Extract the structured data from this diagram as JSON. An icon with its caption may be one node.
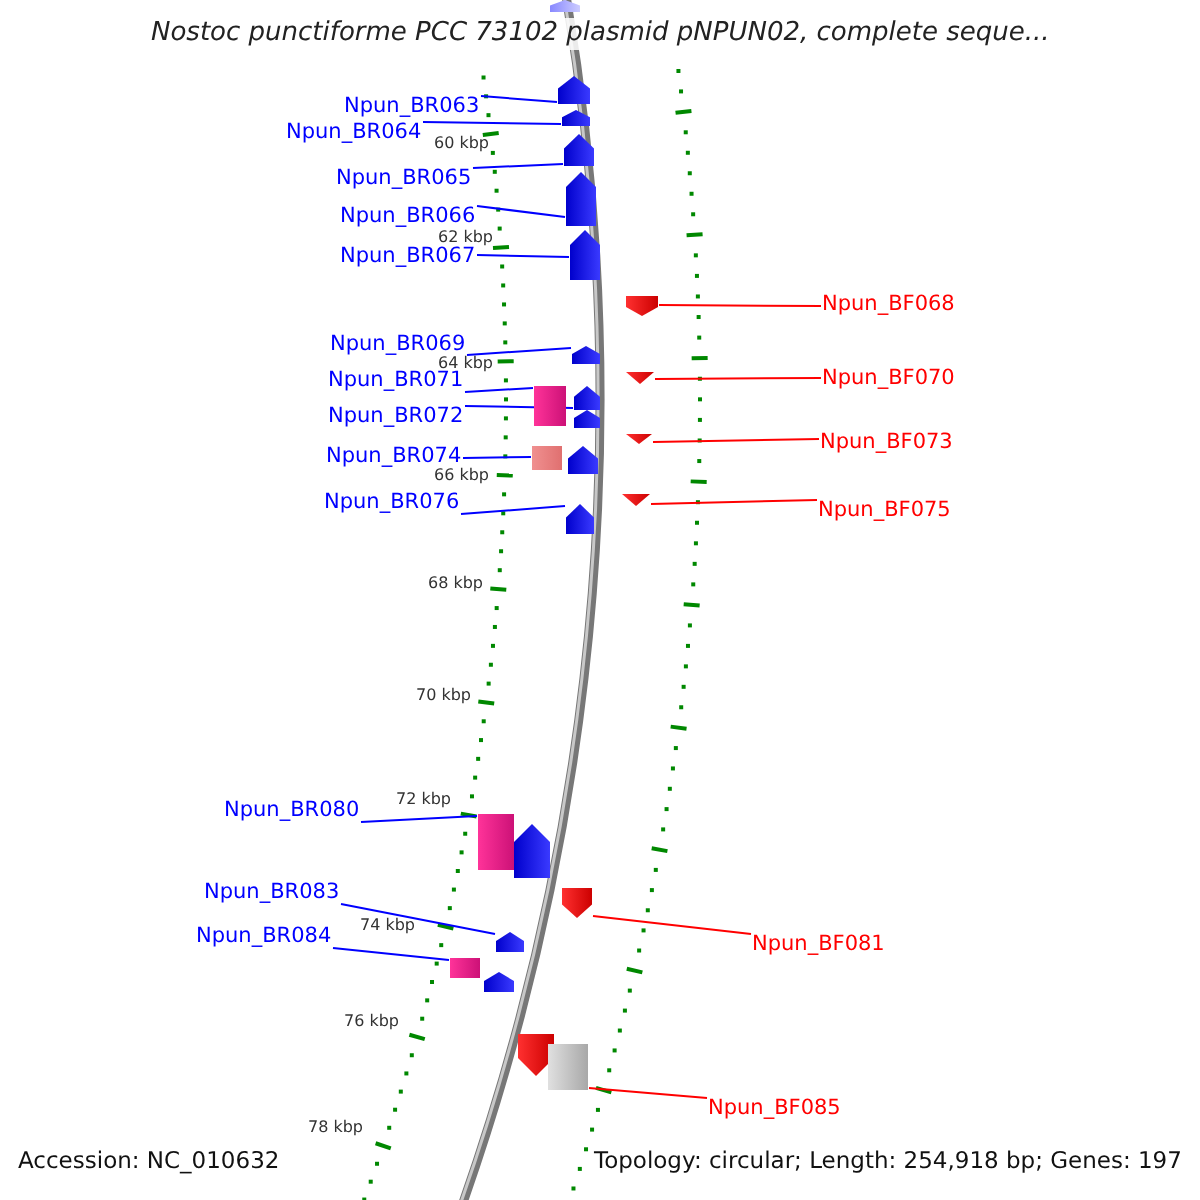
{
  "diagram": {
    "title": "Nostoc punctiforme PCC 73102 plasmid pNPUN02, complete seque...",
    "nodes": [
      {
        "text": [
          "Npun_BR063"
        ]
      },
      {
        "text": [
          "Npun_BR064"
        ]
      },
      {
        "text": [
          "Npun_BR065"
        ]
      },
      {
        "text": [
          "Npun_BR066"
        ]
      },
      {
        "text": [
          "Npun_BR067"
        ]
      },
      {
        "text": [
          "Npun_BR069"
        ]
      },
      {
        "text": [
          "Npun_BR071"
        ]
      },
      {
        "text": [
          "Npun_BR072"
        ]
      },
      {
        "text": [
          "Npun_BR074"
        ]
      },
      {
        "text": [
          "Npun_BR076"
        ]
      },
      {
        "text": [
          "Npun_BR080"
        ]
      },
      {
        "text": [
          "Npun_BR083"
        ]
      },
      {
        "text": [
          "Npun_BR084"
        ]
      },
      {
        "text": [
          "Npun_BF068"
        ]
      },
      {
        "text": [
          "Npun_BF070"
        ]
      },
      {
        "text": [
          "Npun_BF073"
        ]
      },
      {
        "text": [
          "Npun_BF075"
        ]
      },
      {
        "text": [
          "Npun_BF081"
        ]
      },
      {
        "text": [
          "Npun_BF085"
        ]
      },
      {
        "text": [],
        "shape": "pentagon"
      },
      {
        "text": [],
        "shape": "pentagon"
      },
      {
        "text": [],
        "shape": "pentagon"
      },
      {
        "text": [],
        "shape": "pentagon"
      },
      {
        "text": [],
        "shape": "pentagon"
      },
      {
        "text": [],
        "shape": "pentagon"
      },
      {
        "text": [],
        "shape": "pentagon"
      },
      {
        "text": [],
        "shape": "pentagon"
      },
      {
        "text": [],
        "shape": "pentagon"
      },
      {
        "text": [],
        "shape": "box"
      },
      {
        "text": [],
        "shape": "pentagon"
      },
      {
        "text": [],
        "shape": "pentagon"
      },
      {
        "text": [],
        "shape": "pentagon"
      },
      {
        "text": [],
        "shape": "box"
      },
      {
        "text": [],
        "shape": "pentagon"
      },
      {
        "text": [],
        "shape": "pentagon"
      },
      {
        "text": [],
        "shape": "pentagon"
      },
      {
        "text": [],
        "shape": "box"
      },
      {
        "text": [],
        "shape": "pentagon"
      },
      {
        "text": [],
        "shape": "pentagon"
      },
      {
        "text": [],
        "shape": "pentagon"
      },
      {
        "text": [],
        "shape": "box"
      },
      {
        "text": [],
        "shape": "pentagon"
      },
      {
        "text": [],
        "shape": "pentagon"
      },
      {
        "text": [],
        "shape": "box"
      }
    ],
    "edges": [
      {
        "from": 0,
        "to": 20,
        "arrow": "none"
      },
      {
        "from": 1,
        "to": 21,
        "arrow": "none"
      },
      {
        "from": 2,
        "to": 22,
        "arrow": "none"
      },
      {
        "from": 3,
        "to": 23,
        "arrow": "none"
      },
      {
        "from": 4,
        "to": 24,
        "arrow": "none"
      },
      {
        "from": 5,
        "to": 26,
        "arrow": "none"
      },
      {
        "from": 6,
        "to": 28,
        "arrow": "none"
      },
      {
        "from": 7,
        "to": 29,
        "arrow": "none"
      },
      {
        "from": 8,
        "to": 32,
        "arrow": "none"
      },
      {
        "from": 9,
        "to": 35,
        "arrow": "none"
      },
      {
        "from": 10,
        "to": 36,
        "arrow": "none"
      },
      {
        "from": 11,
        "to": 39,
        "arrow": "none"
      },
      {
        "from": 12,
        "to": 40,
        "arrow": "none"
      },
      {
        "from": 13,
        "to": 25,
        "arrow": "none",
        "color": "#ff0000"
      },
      {
        "from": 14,
        "to": 27,
        "arrow": "none",
        "color": "#ff0000"
      },
      {
        "from": 15,
        "to": 31,
        "arrow": "none",
        "color": "#ff0000"
      },
      {
        "from": 16,
        "to": 34,
        "arrow": "none",
        "color": "#ff0000"
      },
      {
        "from": 17,
        "to": 38,
        "arrow": "none",
        "color": "#ff0000"
      },
      {
        "from": 18,
        "to": 43,
        "arrow": "none",
        "color": "#ff0000"
      }
    ],
    "labels": [
      "60 kbp",
      "62 kbp",
      "64 kbp",
      "66 kbp",
      "68 kbp",
      "70 kbp",
      "72 kbp",
      "74 kbp",
      "76 kbp",
      "78 kbp",
      "Accession: NC_010632",
      "Topology: circular; Length: 254,918 bp; Genes: 197"
    ]
  }
}
